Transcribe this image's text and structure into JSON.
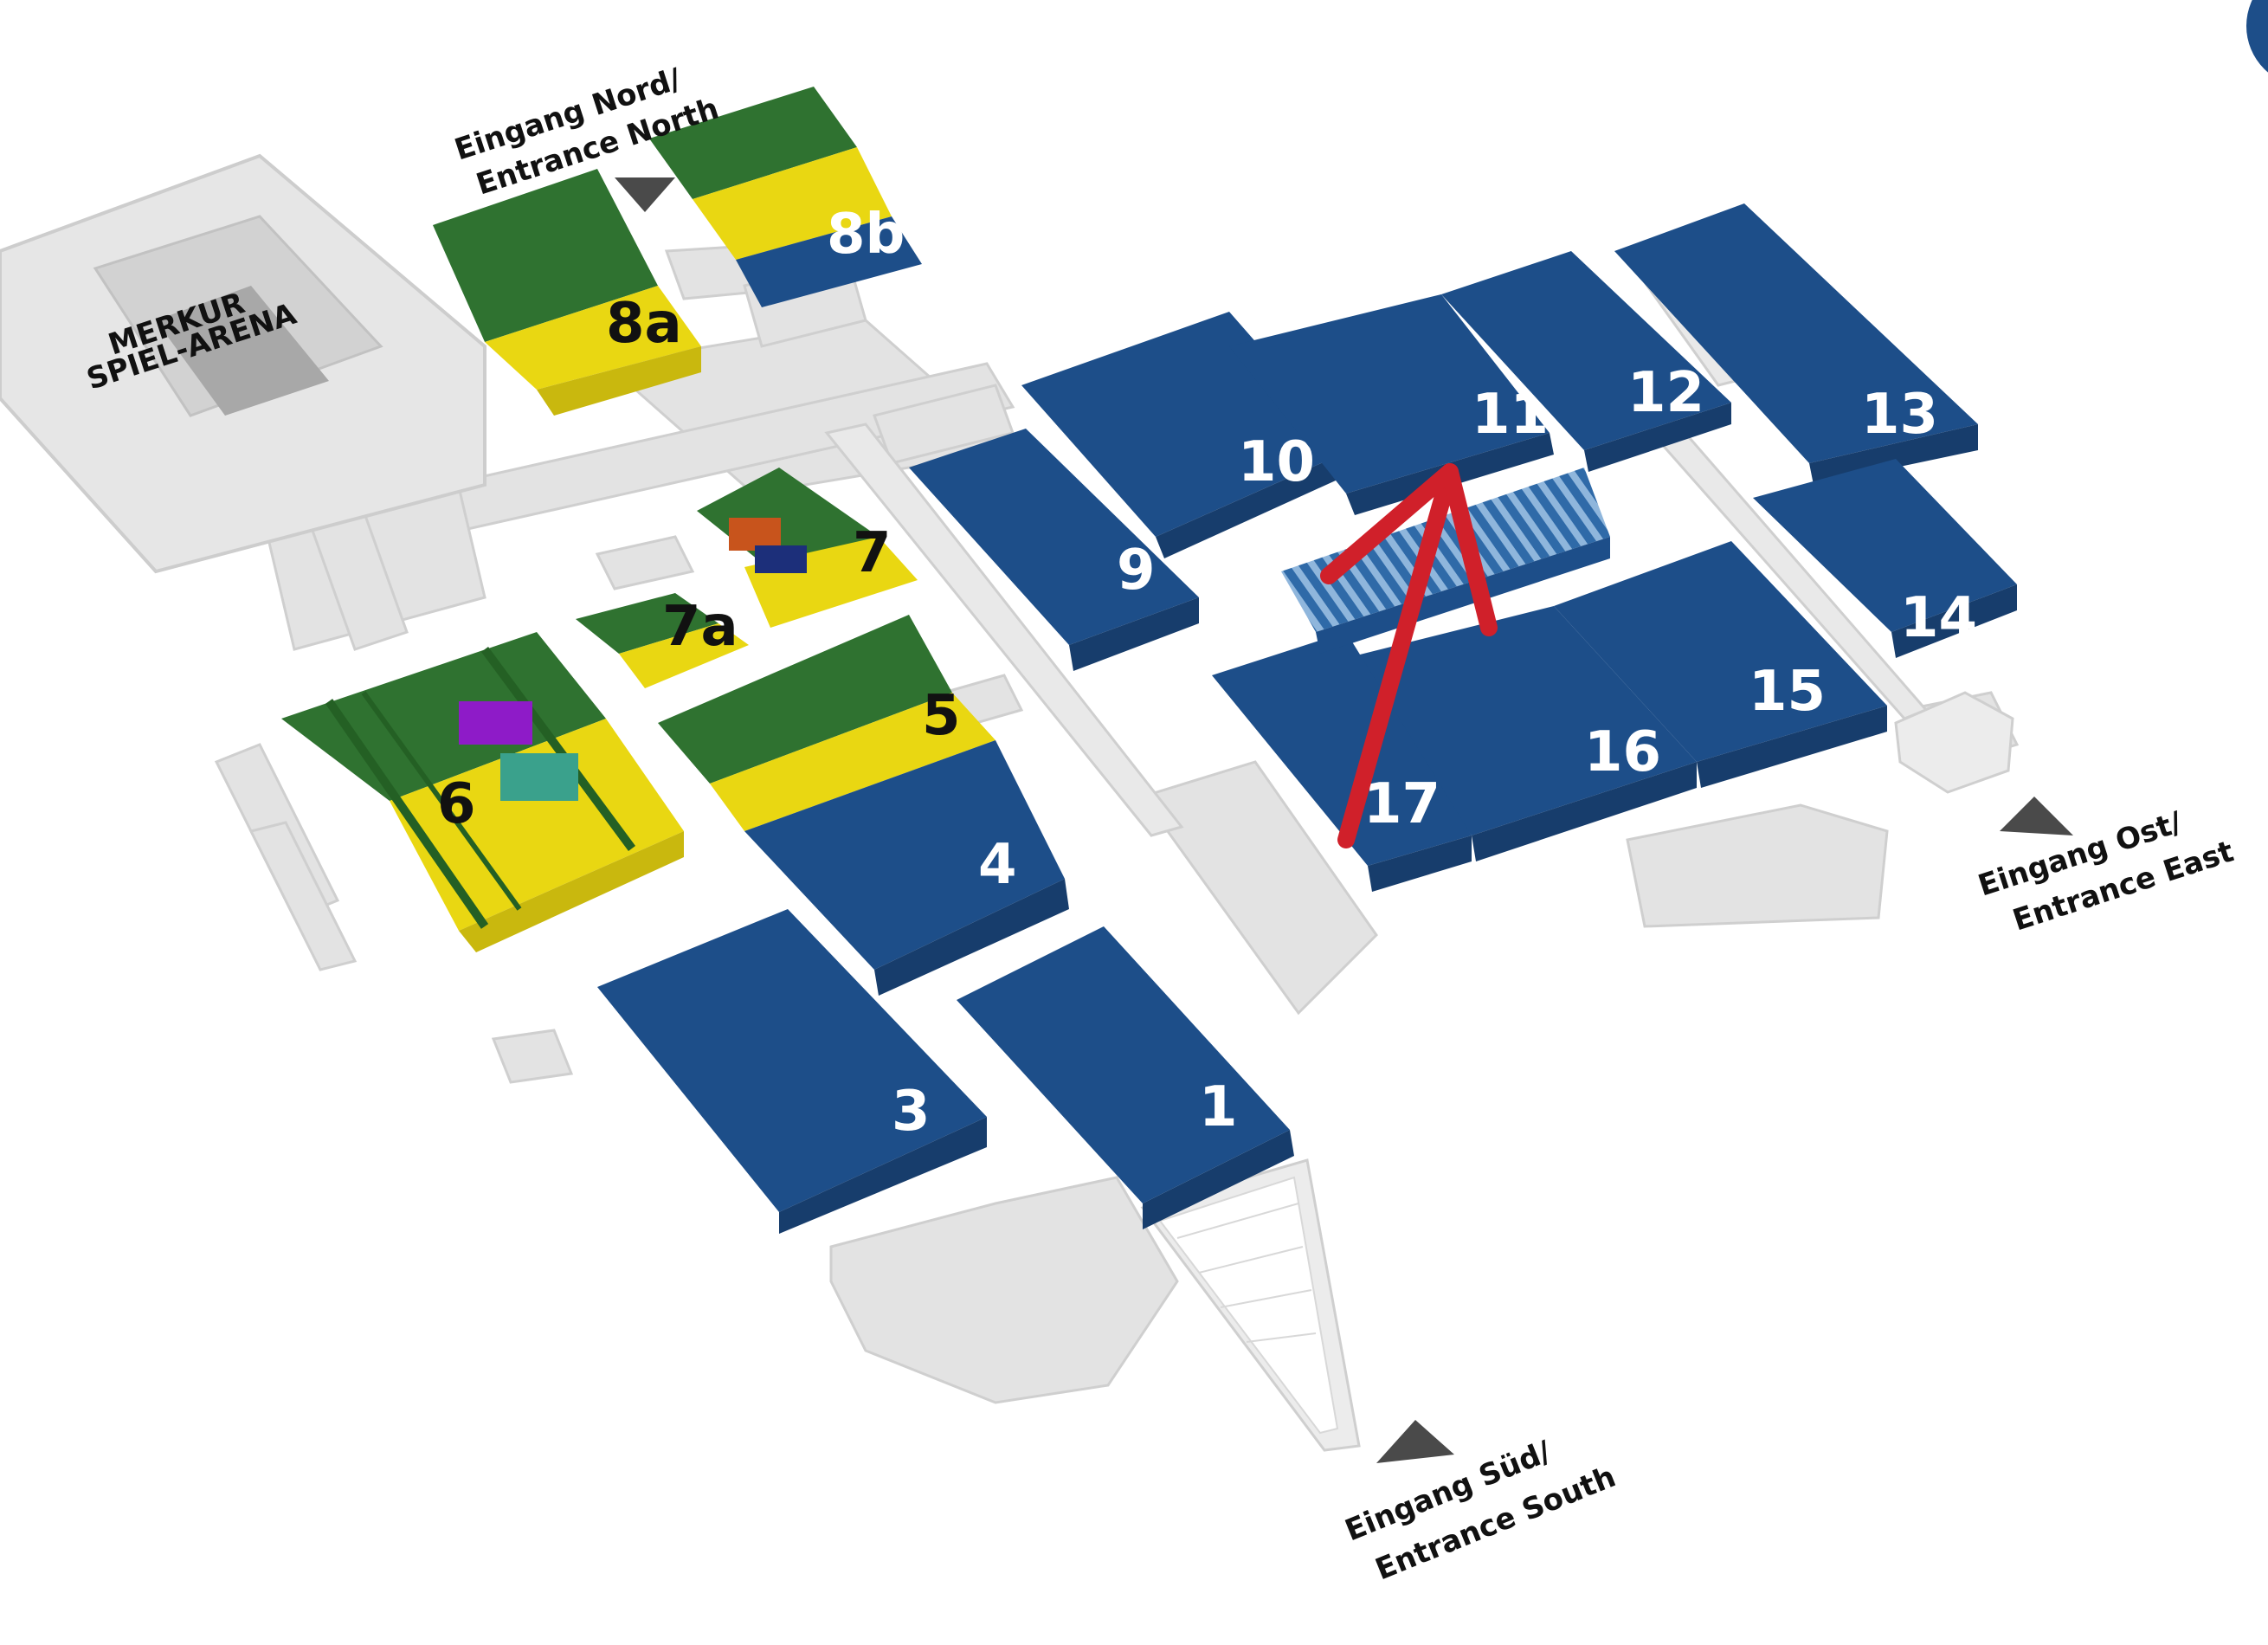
{
  "colors": {
    "blue": "#1d4e89",
    "green": "#2f7230",
    "yellow": "#e9d712",
    "gray": "#e3e3e3",
    "arrow": "#d0202a",
    "purple": "#8e1bc8",
    "teal": "#3aa18c",
    "orange": "#c8541c",
    "navy": "#1c2f7a",
    "entrance_marker": "#4a4a4a"
  },
  "halls": {
    "h1": "1",
    "h3": "3",
    "h4": "4",
    "h5": "5",
    "h6": "6",
    "h7": "7",
    "h7a": "7a",
    "h8a": "8a",
    "h8b": "8b",
    "h9": "9",
    "h10": "10",
    "h11": "11",
    "h12": "12",
    "h13": "13",
    "h14": "14",
    "h15": "15",
    "h16": "16",
    "h17": "17"
  },
  "arena": {
    "line1": "MERKUR",
    "line2": "SPIEL-ARENA"
  },
  "entrances": {
    "north": {
      "line1": "Eingang Nord/",
      "line2": "Entrance North"
    },
    "east": {
      "line1": "Eingang Ost/",
      "line2": "Entrance East"
    },
    "south": {
      "line1": "Eingang Süd/",
      "line2": "Entrance South"
    }
  }
}
